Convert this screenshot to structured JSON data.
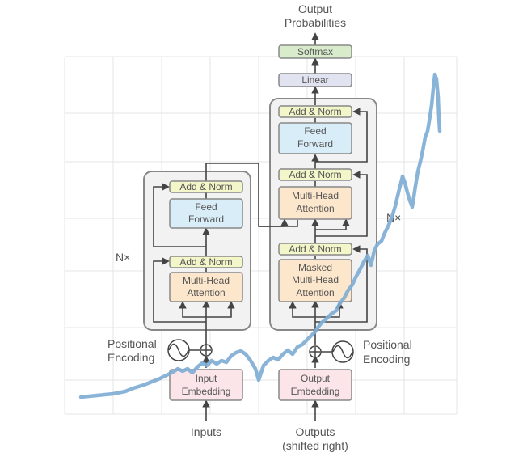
{
  "labels": {
    "output_probabilities": [
      "Output",
      "Probabilities"
    ],
    "softmax": "Softmax",
    "linear": "Linear",
    "add_norm": "Add & Norm",
    "feed_forward": [
      "Feed",
      "Forward"
    ],
    "multi_head_attention": [
      "Multi-Head",
      "Attention"
    ],
    "masked_attention": [
      "Masked",
      "Multi-Head",
      "Attention"
    ],
    "input_embedding": [
      "Input",
      "Embedding"
    ],
    "output_embedding": [
      "Output",
      "Embedding"
    ],
    "positional_encoding": [
      "Positional",
      "Encoding"
    ],
    "nx": "N×",
    "inputs": "Inputs",
    "outputs": [
      "Outputs",
      "(shifted right)"
    ]
  },
  "colors": {
    "add_norm": "#f2f6c8",
    "softmax": "#d8eccc",
    "linear": "#e2e3f0",
    "feed_forward": "#d9edf8",
    "attention": "#fde7cc",
    "embedding": "#fbe5e8",
    "stack": "#f2f2f2",
    "line": "#7faed4",
    "arrow": "#444444"
  }
}
